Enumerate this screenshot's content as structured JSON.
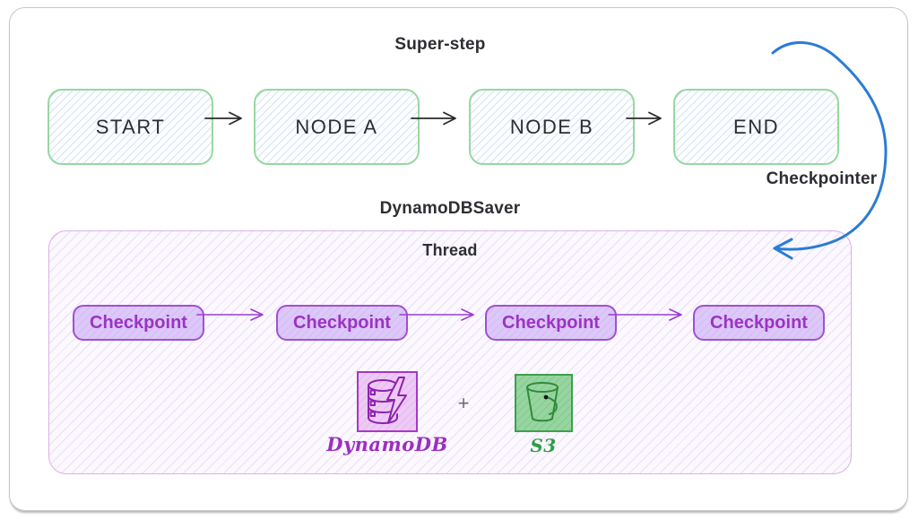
{
  "superstep": {
    "title": "Super-step",
    "nodes": [
      "START",
      "NODE A",
      "NODE B",
      "END"
    ]
  },
  "checkpointer": {
    "label": "Checkpointer"
  },
  "saver": {
    "title": "DynamoDBSaver",
    "thread": {
      "title": "Thread",
      "checkpoints": [
        "Checkpoint",
        "Checkpoint",
        "Checkpoint",
        "Checkpoint"
      ]
    },
    "storage": {
      "dynamodb_label": "DynamoDB",
      "plus": "+",
      "s3_label": "S3"
    }
  },
  "colors": {
    "node_border": "#97d7a0",
    "node_hatch": "#d2e3f5",
    "flow_arrow": "#2b2b2b",
    "saver_border": "#dcaeec",
    "checkpoint_border": "#a24fd2",
    "checkpoint_fill": "#dcc8f9",
    "checkpoint_text": "#9c33c4",
    "curve_arrow": "#2b7cd3",
    "dynamodb_accent": "#a637c9",
    "s3_accent": "#3f9e4f",
    "text_dark": "#2e2e33"
  }
}
